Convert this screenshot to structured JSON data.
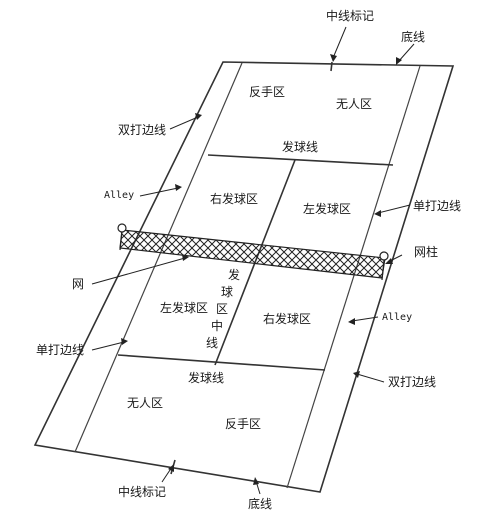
{
  "labels": {
    "center_mark_top": "中线标记",
    "baseline_top": "底线",
    "backhand_top": "反手区",
    "no_mans_land_top": "无人区",
    "doubles_sideline_top": "双打边线",
    "service_line_top": "发球线",
    "alley_left": "Alley",
    "right_service_top": "右发球区",
    "left_service_top": "左发球区",
    "singles_sideline_right": "单打边线",
    "net_post": "网柱",
    "net": "网",
    "center_service_line": [
      "发",
      "球",
      "区",
      "中",
      "线"
    ],
    "left_service_bottom": "左发球区",
    "right_service_bottom": "右发球区",
    "alley_right": "Alley",
    "singles_sideline_left": "单打边线",
    "doubles_sideline_bottom": "双打边线",
    "service_line_bottom": "发球线",
    "no_mans_land_bottom": "无人区",
    "backhand_bottom": "反手区",
    "center_mark_bottom": "中线标记",
    "baseline_bottom": "底线"
  },
  "colors": {
    "line": "#333333",
    "text": "#1a1a1a",
    "background": "#ffffff"
  }
}
